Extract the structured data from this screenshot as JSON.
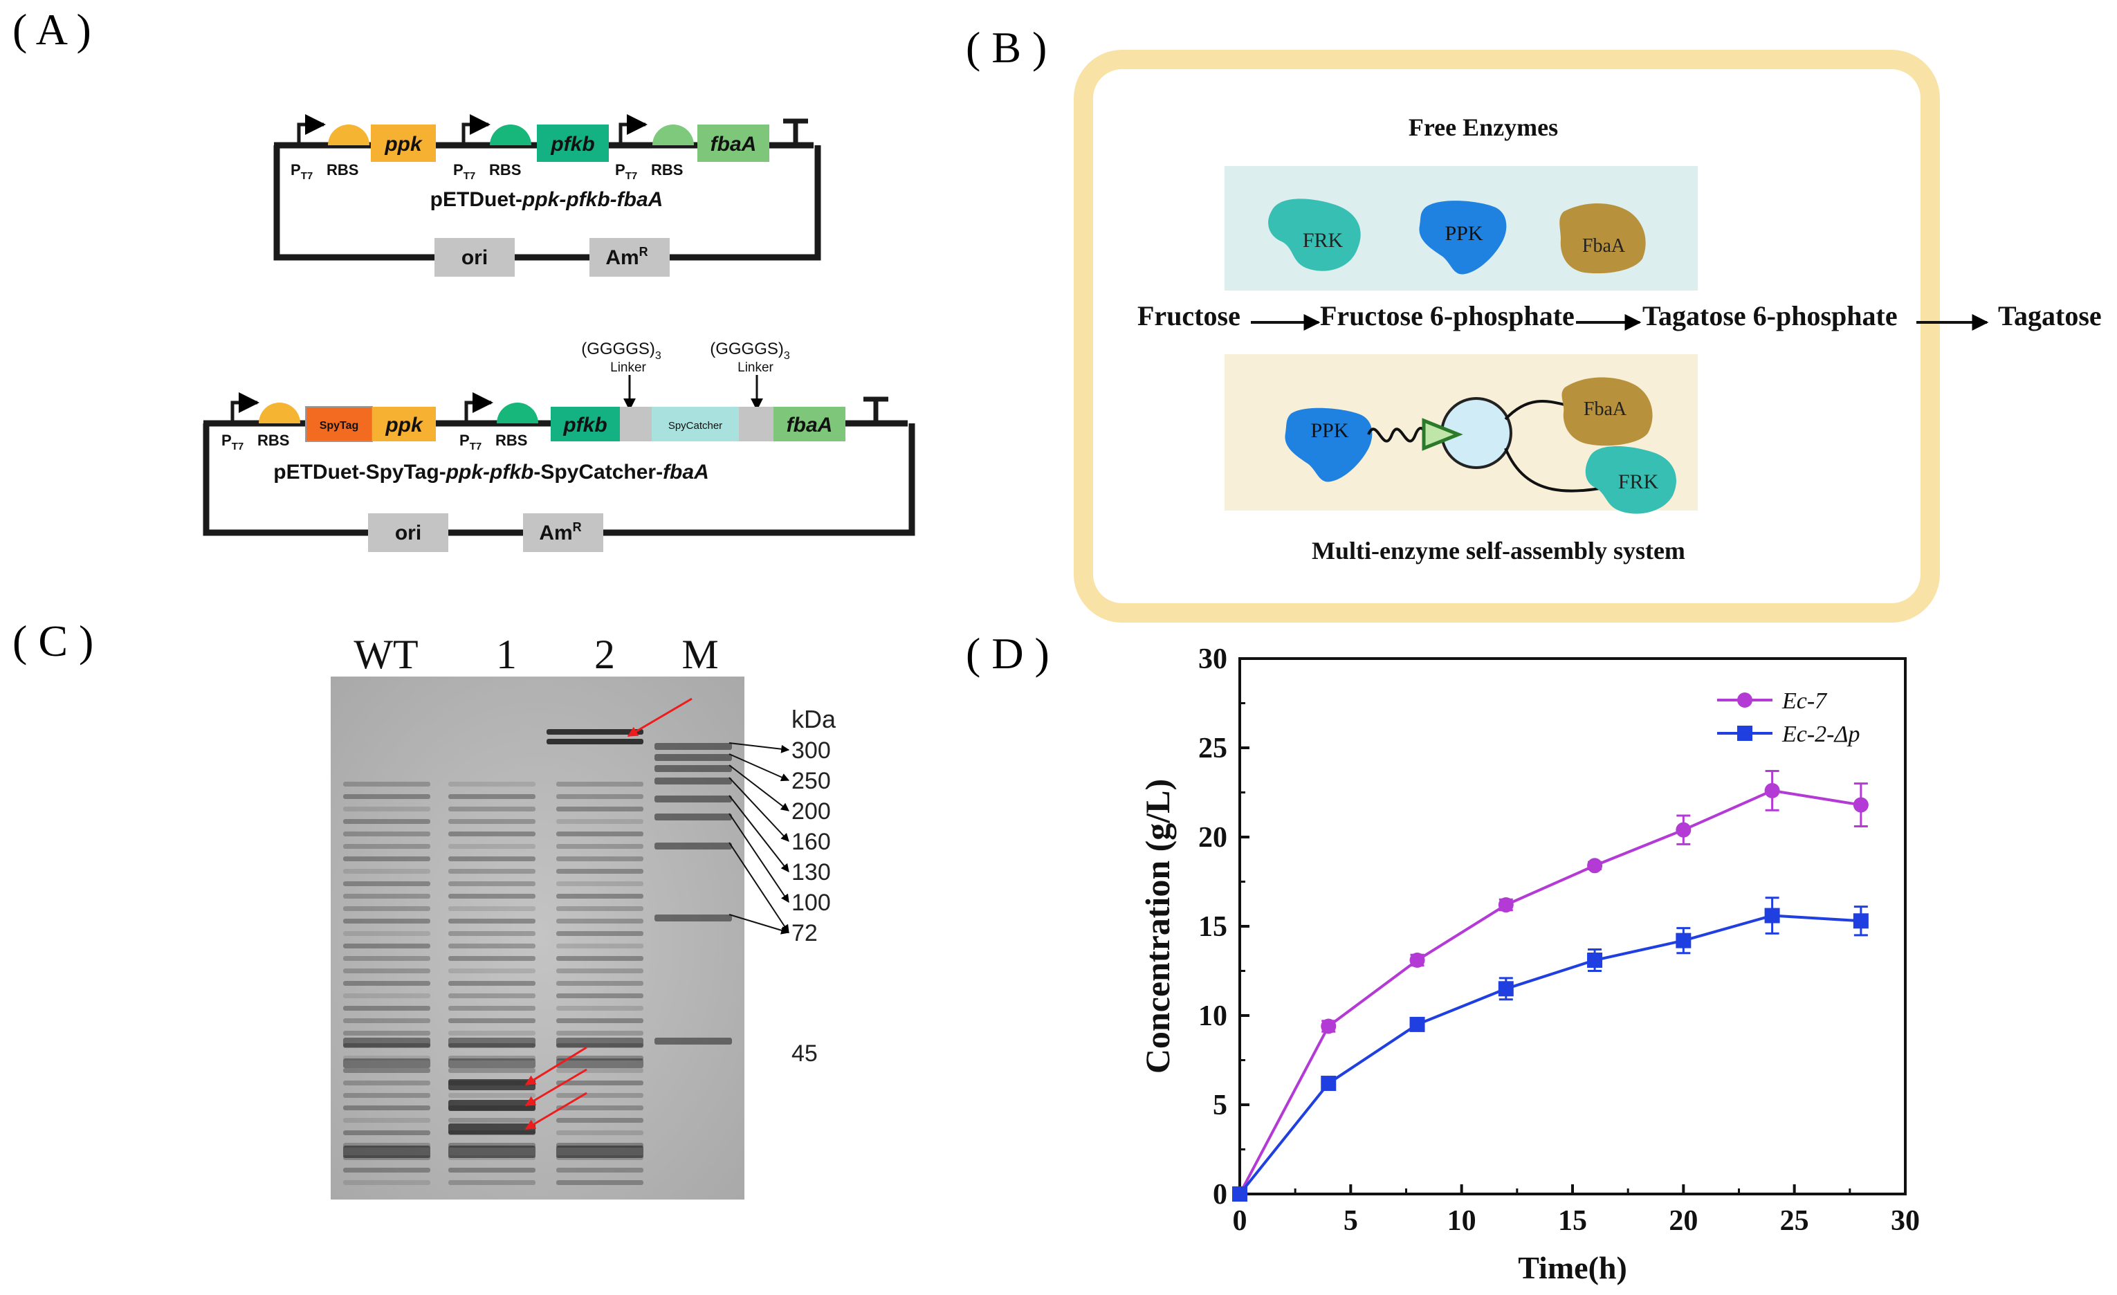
{
  "panels": {
    "A": {
      "label": "( A )"
    },
    "B": {
      "label": "( B )"
    },
    "C": {
      "label": "( C )"
    },
    "D": {
      "label": "( D )"
    }
  },
  "panel_a": {
    "construct1": {
      "elements": [
        "ppk",
        "pfkb",
        "fbaA"
      ],
      "promoter": "P",
      "promoter_sub": "T7",
      "rbs": "RBS",
      "name_prefix": "pETDuet-",
      "name_italic": "ppk-pfkb-fbaA",
      "ori": "ori",
      "amr": "Am",
      "amr_sup": "R"
    },
    "construct2": {
      "linker_seq": "(GGGGS)",
      "linker_sub": "3",
      "linker_word": "Linker",
      "spytag": "SpyTag",
      "spycatcher": "SpyCatcher",
      "name_parts": [
        "pETDuet-SpyTag-",
        "ppk-pfkb",
        "-SpyCatcher-",
        "fbaA"
      ]
    }
  },
  "panel_b": {
    "free_title": "Free Enzymes",
    "assembly_title": "Multi-enzyme self-assembly system",
    "enzymes": [
      "FRK",
      "PPK",
      "FbaA"
    ],
    "pathway": [
      "Fructose",
      "Fructose 6-phosphate",
      "Tagatose 6-phosphate",
      "Tagatose"
    ],
    "colors": {
      "frame": "#f8e2a6",
      "free_bg": "#ddeeee",
      "assembly_bg": "#f8efd8",
      "frk": "#36bfb2",
      "ppk": "#1f82e0",
      "fbaa": "#b8913c"
    }
  },
  "panel_c": {
    "lanes": [
      "WT",
      "1",
      "2",
      "M"
    ],
    "unit": "kDa",
    "markers": [
      "300",
      "250",
      "200",
      "160",
      "130",
      "100",
      "72",
      "45"
    ]
  },
  "chart_data": {
    "type": "line",
    "xlabel": "Time(h)",
    "ylabel": "Concentration (g/L)",
    "xlim": [
      0,
      30
    ],
    "ylim": [
      0,
      30
    ],
    "xticks": [
      0,
      5,
      10,
      15,
      20,
      25,
      30
    ],
    "yticks": [
      0,
      5,
      10,
      15,
      20,
      25,
      30
    ],
    "grid": false,
    "legend_position": "top-right",
    "series": [
      {
        "name": "Ec-7",
        "color": "#b43ad6",
        "marker": "circle",
        "x": [
          0,
          4,
          8,
          12,
          16,
          20,
          24,
          28
        ],
        "y": [
          0,
          9.4,
          13.1,
          16.2,
          18.4,
          20.4,
          22.6,
          21.8
        ],
        "err": [
          0,
          0.3,
          0.3,
          0.3,
          0.2,
          0.8,
          1.1,
          1.2
        ]
      },
      {
        "name": "Ec-2-Δp",
        "color": "#1f3fe0",
        "marker": "square",
        "x": [
          0,
          4,
          8,
          12,
          16,
          20,
          24,
          28
        ],
        "y": [
          0,
          6.2,
          9.5,
          11.5,
          13.1,
          14.2,
          15.6,
          15.3
        ],
        "err": [
          0,
          0.2,
          0.3,
          0.6,
          0.6,
          0.7,
          1.0,
          0.8
        ]
      }
    ]
  }
}
